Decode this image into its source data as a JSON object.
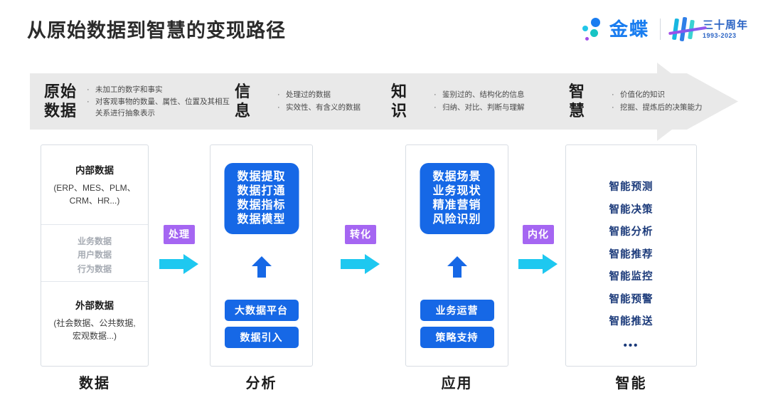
{
  "header": {
    "title": "从原始数据到智慧的变现路径",
    "brand": {
      "name": "金蝶",
      "anniversary_cn": "三十周年",
      "anniversary_years": "1993-2023"
    }
  },
  "banner": {
    "stages": [
      {
        "name_line1": "原始",
        "name_line2": "数据",
        "bullets": [
          "未加工的数字和事实",
          "对客观事物的数量、属性、位置及其相互关系进行抽象表示"
        ]
      },
      {
        "name_line1": "信",
        "name_line2": "息",
        "bullets": [
          "处理过的数据",
          "实效性、有含义的数据"
        ]
      },
      {
        "name_line1": "知",
        "name_line2": "识",
        "bullets": [
          "鉴别过的、结构化的信息",
          "归纳、对比、判断与理解"
        ]
      },
      {
        "name_line1": "智",
        "name_line2": "慧",
        "bullets": [
          "价值化的知识",
          "挖掘、提炼后的决策能力"
        ]
      }
    ]
  },
  "columns": {
    "data": {
      "label": "数据",
      "internal_head": "内部数据",
      "internal_sub": "(ERP、MES、PLM、CRM、HR...)",
      "middle_items": [
        "业务数据",
        "用户数据",
        "行为数据"
      ],
      "external_head": "外部数据",
      "external_sub": "(社会数据、公共数据, 宏观数据...)"
    },
    "analysis": {
      "label": "分析",
      "card_lines": [
        "数据提取",
        "数据打通",
        "数据指标",
        "数据模型"
      ],
      "pills": [
        "大数据平台",
        "数据引入"
      ]
    },
    "application": {
      "label": "应用",
      "card_lines": [
        "数据场景",
        "业务现状",
        "精准营销",
        "风险识别"
      ],
      "pills": [
        "业务运营",
        "策略支持"
      ]
    },
    "intelligence": {
      "label": "智能",
      "items": [
        "智能预测",
        "智能决策",
        "智能分析",
        "智能推荐",
        "智能监控",
        "智能预警",
        "智能推送"
      ],
      "ellipsis": "•••"
    }
  },
  "connectors": [
    {
      "label": "处理"
    },
    {
      "label": "转化"
    },
    {
      "label": "内化"
    }
  ],
  "colors": {
    "blue": "#1668e6",
    "purple": "#a566f2",
    "cyan": "#1ec8f0",
    "banner_grey": "#e9e9e9",
    "navy_text": "#1b3a7a"
  }
}
